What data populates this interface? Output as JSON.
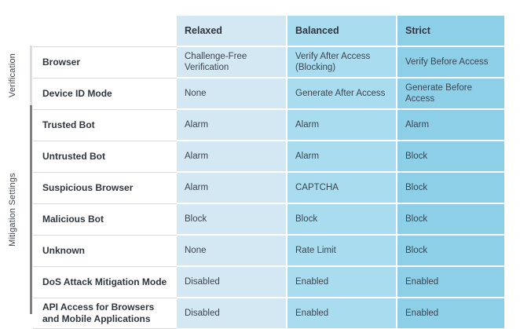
{
  "table": {
    "corner_label": "",
    "columns": [
      {
        "key": "relaxed",
        "label": "Relaxed",
        "color": "#d3e8f2"
      },
      {
        "key": "balanced",
        "label": "Balanced",
        "color": "#a9dcee"
      },
      {
        "key": "strict",
        "label": "Strict",
        "color": "#8ecfe8"
      }
    ],
    "groups": [
      {
        "key": "verification",
        "label": "Verification",
        "bar_color": "#dcdcdc",
        "row_count": 2
      },
      {
        "key": "mitigation",
        "label": "Mitigation Settings",
        "bar_color": "#808080",
        "row_count": 7
      }
    ],
    "rows": [
      {
        "group": "verification",
        "label": "Browser",
        "relaxed": "Challenge-Free Verification",
        "balanced": "Verify After Access (Blocking)",
        "strict": "Verify Before Access"
      },
      {
        "group": "verification",
        "label": "Device ID Mode",
        "relaxed": "None",
        "balanced": "Generate After Access",
        "strict": "Generate Before Access"
      },
      {
        "group": "mitigation",
        "label": "Trusted Bot",
        "relaxed": "Alarm",
        "balanced": "Alarm",
        "strict": "Alarm"
      },
      {
        "group": "mitigation",
        "label": "Untrusted Bot",
        "relaxed": "Alarm",
        "balanced": "Alarm",
        "strict": "Block"
      },
      {
        "group": "mitigation",
        "label": "Suspicious Browser",
        "relaxed": "Alarm",
        "balanced": "CAPTCHA",
        "strict": "Block"
      },
      {
        "group": "mitigation",
        "label": "Malicious Bot",
        "relaxed": "Block",
        "balanced": "Block",
        "strict": "Block"
      },
      {
        "group": "mitigation",
        "label": "Unknown",
        "relaxed": "None",
        "balanced": "Rate Limit",
        "strict": "Block"
      },
      {
        "group": "mitigation",
        "label": "DoS Attack Mitigation Mode",
        "relaxed": "Disabled",
        "balanced": "Enabled",
        "strict": "Enabled"
      },
      {
        "group": "mitigation",
        "label": "API Access for Browsers and Mobile Applications",
        "relaxed": "Disabled",
        "balanced": "Enabled",
        "strict": "Enabled"
      }
    ]
  }
}
